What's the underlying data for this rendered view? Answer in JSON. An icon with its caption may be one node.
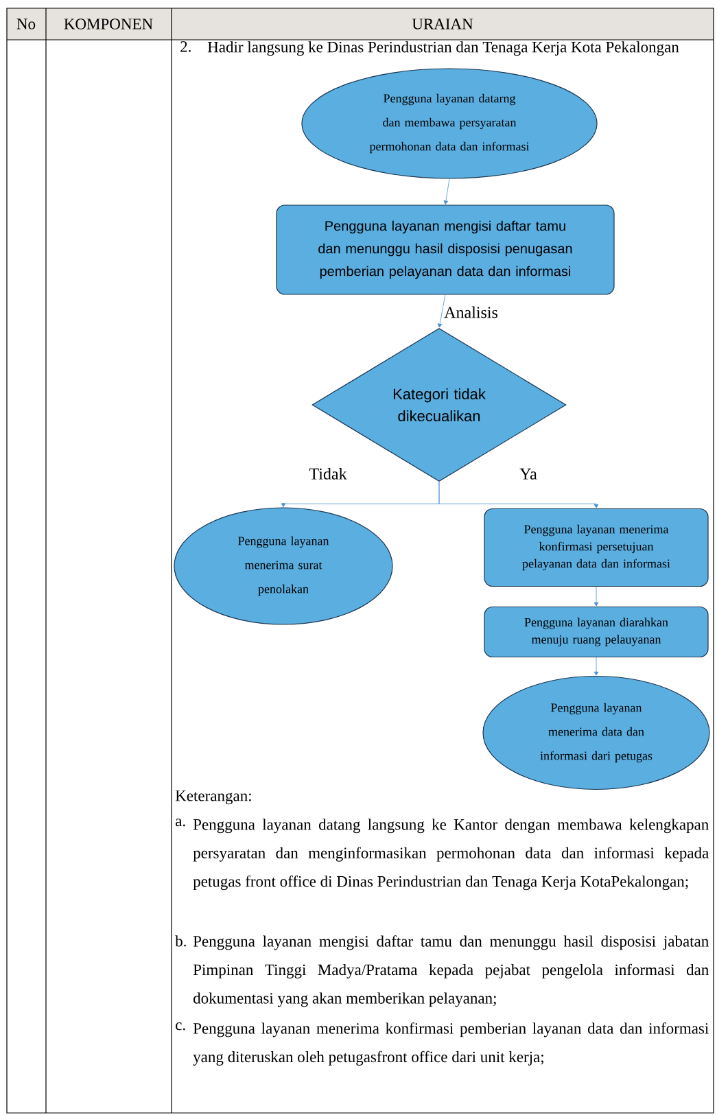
{
  "diagram": {
    "nodes": [
      {
        "text": [
          "Pengguna layanan datarng dan membawa persyaratan permohonan data dan informasi"
        ]
      },
      {
        "text": [
          "Pengguna layanan mengisi daftar tamu dan menunggu hasil disposisi penugasan pemberian pelayanan data dan informasi"
        ]
      },
      {
        "text": [
          "Kategori tidak dikecualikan"
        ]
      },
      {
        "text": [
          "Pengguna layanan menerima surat penolakan"
        ]
      },
      {
        "text": [
          "Pengguna layanan menerima konfirmasi persetujuan pelayanan data dan informasi"
        ]
      },
      {
        "text": [
          "Pengguna layanan diarahkan menuju ruang pelauyanan"
        ]
      },
      {
        "text": [
          "Pengguna layanan menerima data dan informasi dari petugas"
        ]
      }
    ],
    "edges": [
      {
        "from": 0,
        "to": 1,
        "arrow": "to"
      },
      {
        "from": 1,
        "to": 2,
        "arrow": "to",
        "label": "Analisis"
      },
      {
        "from": 2,
        "to": 3,
        "arrow": "to",
        "label": "Tidak"
      },
      {
        "from": 2,
        "to": 4,
        "arrow": "to",
        "label": "Ya"
      },
      {
        "from": 4,
        "to": 5,
        "arrow": "to"
      },
      {
        "from": 5,
        "to": 6,
        "arrow": "to"
      }
    ],
    "labels": [
      "No",
      "KOMPONEN",
      "URAIAN",
      "2.",
      "Hadir langsung ke Dinas Perindustrian dan Tenaga Kerja Kota Pekalongan",
      "Keterangan:",
      "a.",
      "Pengguna layanan datang langsung ke Kantor dengan membawa kelengkapan persyaratan dan menginformasikan permohonan data dan informasi kepada petugas front office di Dinas Perindustrian dan Tenaga Kerja KotaPekalongan;",
      "b.",
      "Pengguna layanan mengisi daftar tamu dan menunggu hasil disposisi jabatan Pimpinan Tinggi Madya/Pratama kepada pejabat pengelola informasi dan dokumentasi yang akan memberikan pelayanan;",
      "c.",
      "Pengguna layanan menerima konfirmasi pemberian layanan data dan informasi yang diteruskan oleh petugasfront office dari unit kerja;"
    ]
  }
}
